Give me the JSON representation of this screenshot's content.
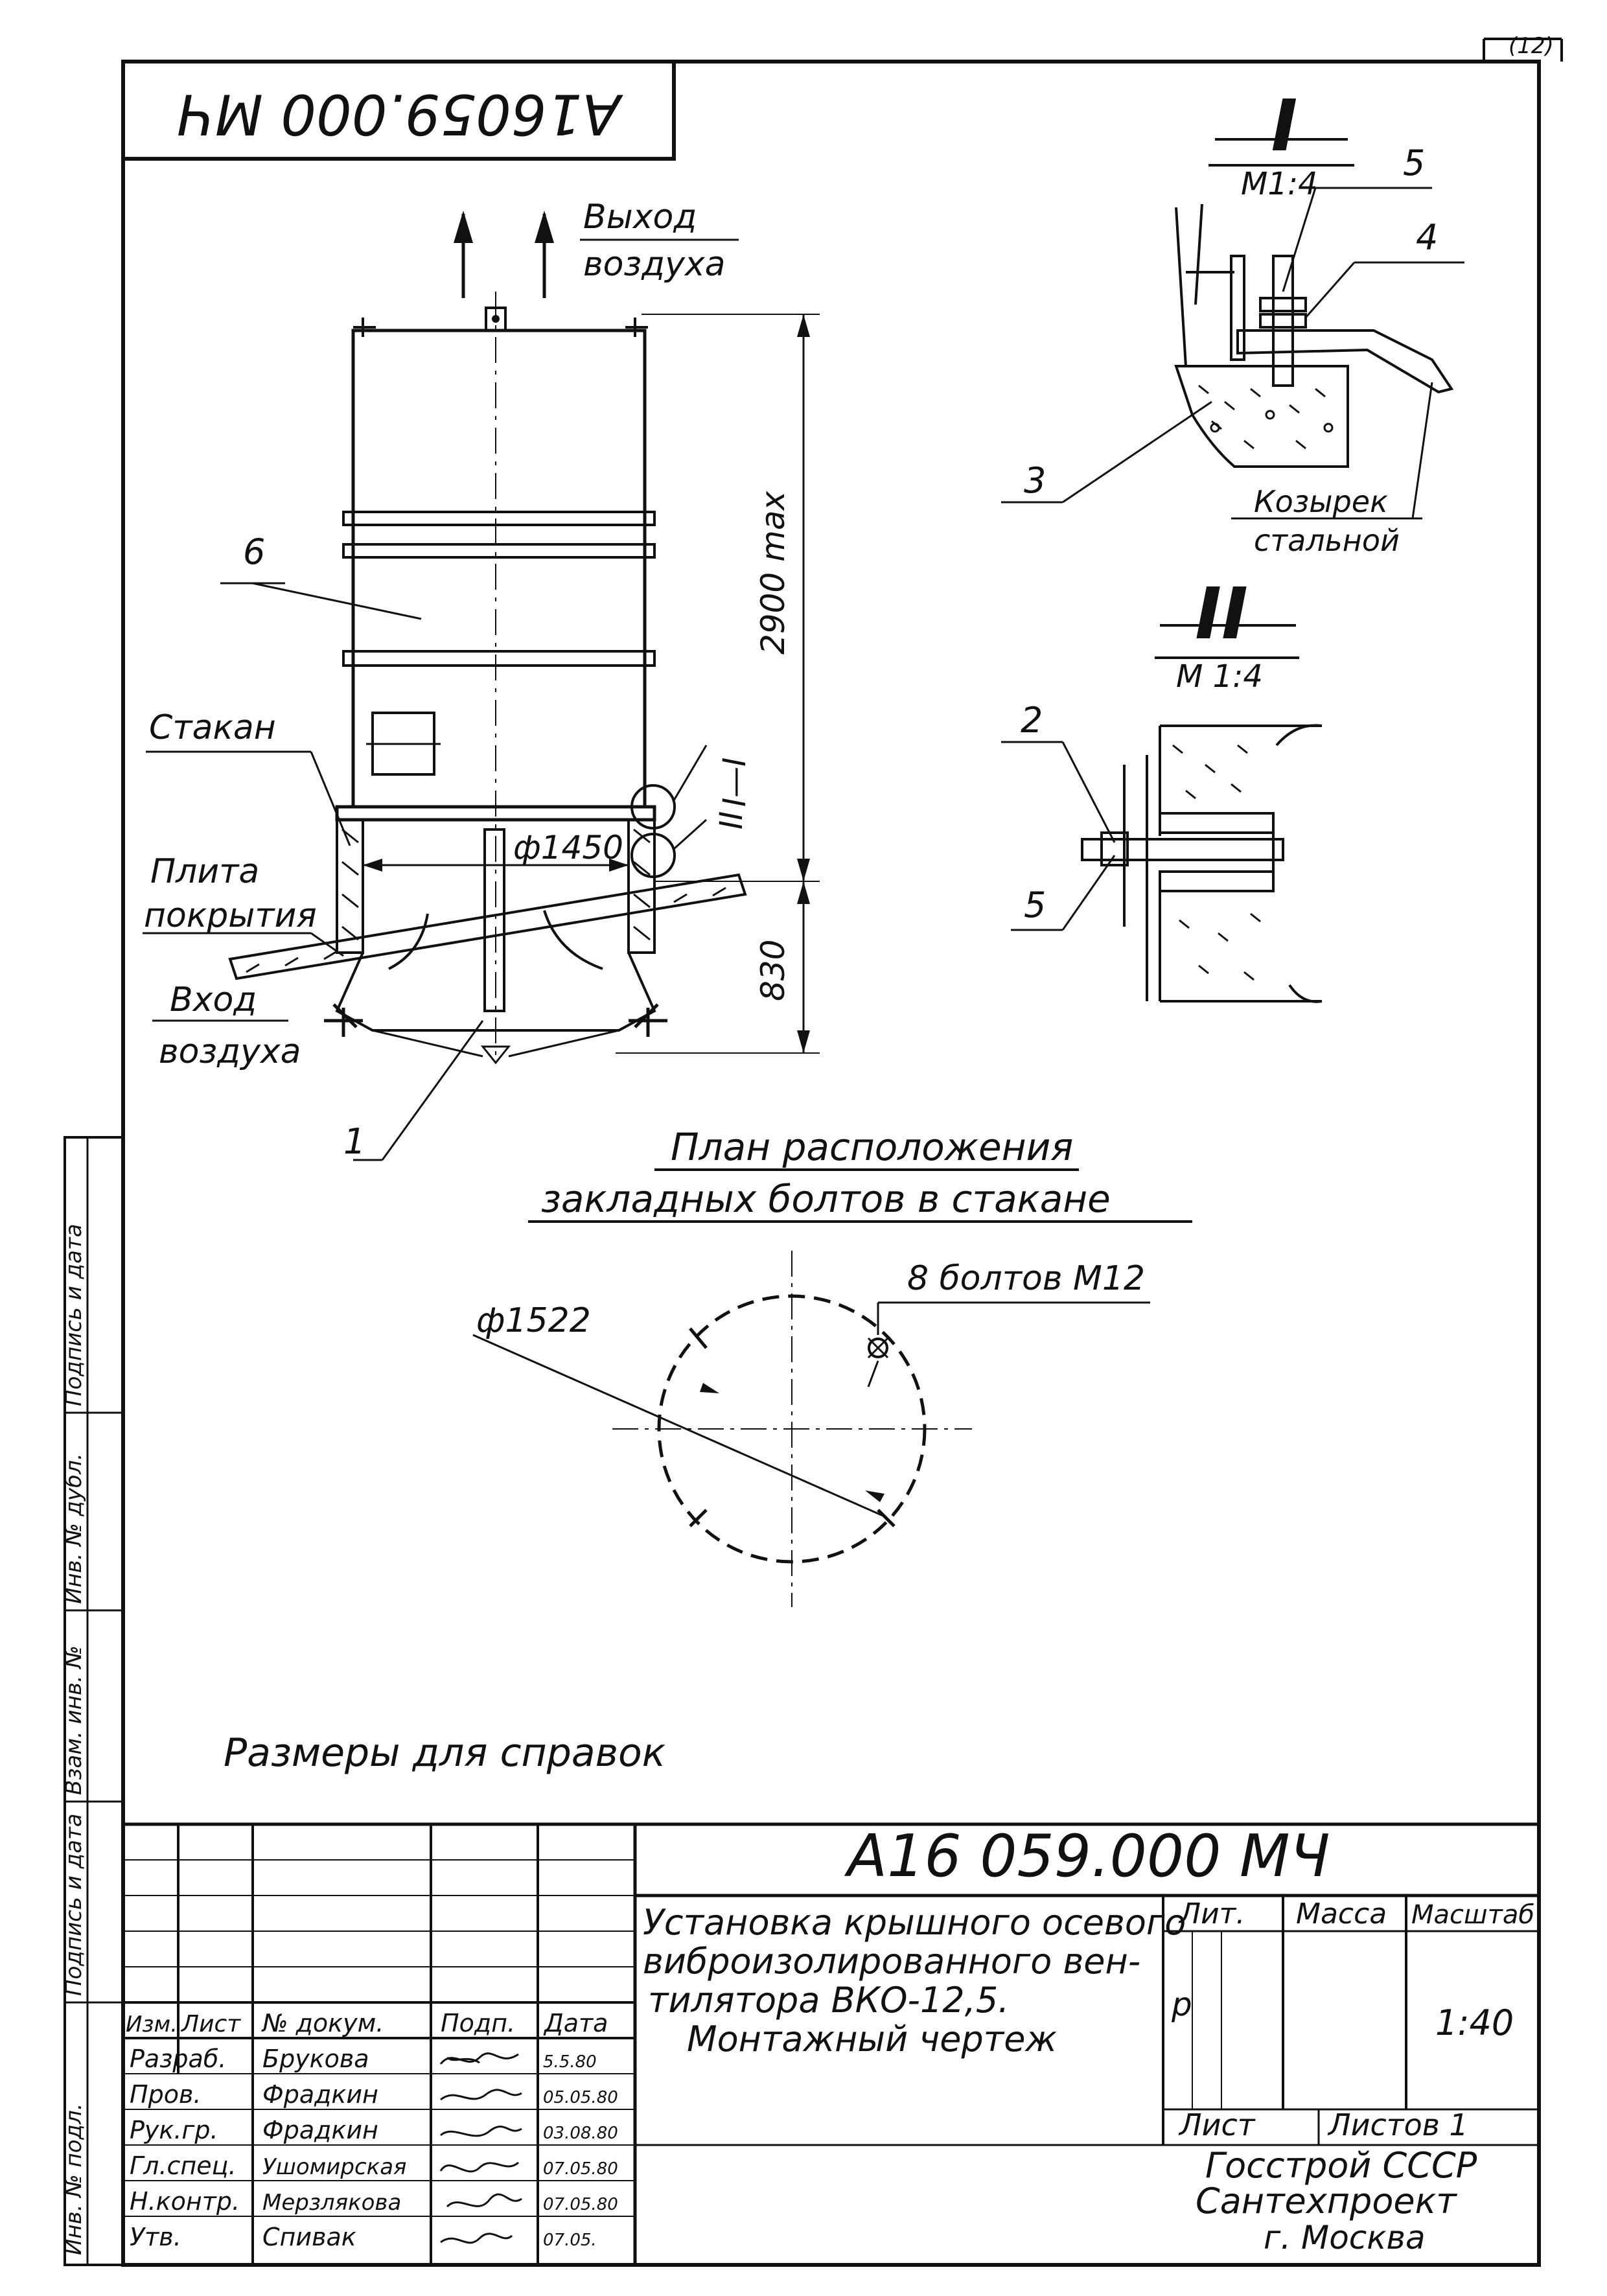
{
  "stamp_code": "А16059.000 МЧ",
  "page_number": "(12)",
  "main_view": {
    "air_outlet": [
      "Выход",
      "воздуха"
    ],
    "air_inlet": [
      "Вход",
      "воздуха"
    ],
    "glass_label": "Стакан",
    "slab_label": [
      "Плита",
      "покрытия"
    ],
    "height_dimension": "2900 max",
    "base_dimension": "830",
    "diameter": "ф1450",
    "callout_1": "1",
    "callout_6": "6",
    "section_ref_1": "I—I",
    "section_ref_2": "II"
  },
  "detail_1": {
    "roman": "I",
    "scale": "М1:4",
    "callout_3": "3",
    "callout_4": "4",
    "callout_5": "5",
    "visor_label": [
      "Козырек",
      "стальной"
    ]
  },
  "detail_2": {
    "roman": "II",
    "scale": "М 1:4",
    "callout_2": "2",
    "callout_5": "5"
  },
  "bolt_plan": {
    "title": [
      "План расположения",
      "закладных болтов в стакане"
    ],
    "bolts": "8 болтов М12",
    "diameter": "ф1522"
  },
  "note": "Размеры для справок",
  "side_stamp": [
    "Инв. № подл.",
    "Подпись и дата",
    "Взам. инв. №",
    "Инв. № дубл.",
    "Подпись и дата"
  ],
  "title_block": {
    "code": "А16 059.000 МЧ",
    "description": [
      "Установка крышного осевого",
      "виброизолированного вен-",
      "тилятора  ВКО-12,5.",
      "Монтажный чертеж"
    ],
    "headers": [
      "Изм.",
      "Лист",
      "№ докум.",
      "Подп.",
      "Дата"
    ],
    "rows": [
      {
        "role": "Разраб.",
        "name": "Брукова",
        "date": "5.5.80"
      },
      {
        "role": "Пров.",
        "name": "Фрадкин",
        "date": "05.05.80"
      },
      {
        "role": "Рук.гр.",
        "name": "Фрадкин",
        "date": "03.08.80"
      },
      {
        "role": "Гл.спец.",
        "name": "Ушомирская",
        "date": "07.05.80"
      },
      {
        "role": "Н.контр.",
        "name": "Мерзлякова",
        "date": "07.05.80"
      },
      {
        "role": "Утв.",
        "name": "Спивак",
        "date": "07.05."
      }
    ],
    "lit_label": "Лит.",
    "mass_label": "Масса",
    "scale_label": "Масштаб",
    "lit_value": "р",
    "scale_value": "1:40",
    "sheet_label": "Лист",
    "sheets_label": "Листов 1",
    "org": [
      "Госстрой СССР",
      "Сантехпроект",
      "г. Москва"
    ]
  }
}
